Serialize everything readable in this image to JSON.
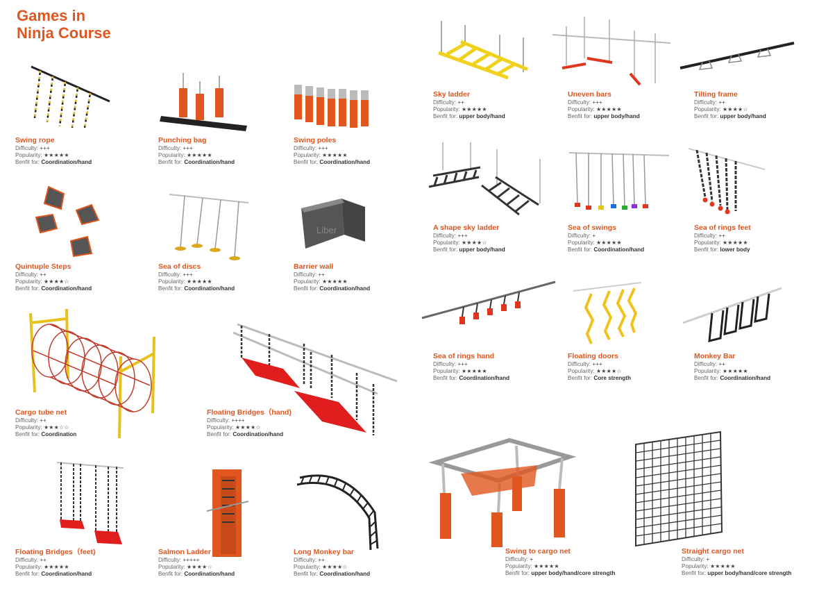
{
  "title_line1": "Games in",
  "title_line2": "Ninja Course",
  "labels": {
    "difficulty": "Difficulty:",
    "popularity": "Popularity:",
    "benefit": "Benfit for:"
  },
  "watermark": "Liber",
  "accent_color": "#e0561e",
  "items": [
    {
      "name": "Swing rope",
      "difficulty": "+++",
      "popularity": "★★★★★",
      "benefit": "Coordination/hand",
      "icon": "swing-rope-icon"
    },
    {
      "name": "Punching bag",
      "difficulty": "+++",
      "popularity": "★★★★★",
      "benefit": "Coordination/hand",
      "icon": "punching-bag-icon"
    },
    {
      "name": "Swing poles",
      "difficulty": "+++",
      "popularity": "★★★★★",
      "benefit": "Coordination/hand",
      "icon": "swing-poles-icon"
    },
    {
      "name": "Quintuple Steps",
      "difficulty": "++",
      "popularity": "★★★★☆",
      "benefit": "Coordination/hand",
      "icon": "quintuple-steps-icon"
    },
    {
      "name": "Sea of discs",
      "difficulty": "+++",
      "popularity": "★★★★★",
      "benefit": "Coordination/hand",
      "icon": "sea-of-discs-icon"
    },
    {
      "name": "Barrier wall",
      "difficulty": "++",
      "popularity": "★★★★★",
      "benefit": "Coordination/hand",
      "icon": "barrier-wall-icon"
    },
    {
      "name": "Cargo tube net",
      "difficulty": "++",
      "popularity": "★★★☆☆",
      "benefit": "Coordination",
      "icon": "cargo-tube-net-icon"
    },
    {
      "name": "Floating Bridges（hand)",
      "difficulty": "++++",
      "popularity": "★★★★☆",
      "benefit": "Coordination/hand",
      "icon": "floating-bridges-hand-icon"
    },
    {
      "name": "Floating Bridges（feet)",
      "difficulty": "++",
      "popularity": "★★★★★",
      "benefit": "Coordination/hand",
      "icon": "floating-bridges-feet-icon"
    },
    {
      "name": "Salmon Ladder",
      "difficulty": "+++++",
      "popularity": "★★★★☆",
      "benefit": "Coordination/hand",
      "icon": "salmon-ladder-icon"
    },
    {
      "name": "Long Monkey bar",
      "difficulty": "++",
      "popularity": "★★★★☆",
      "benefit": "Coordination/hand",
      "icon": "long-monkey-bar-icon"
    },
    {
      "name": "Sky ladder",
      "difficulty": "++",
      "popularity": "★★★★★",
      "benefit": "upper body/hand",
      "icon": "sky-ladder-icon"
    },
    {
      "name": "Uneven bars",
      "difficulty": "+++",
      "popularity": "★★★★★",
      "benefit": "upper body/hand",
      "icon": "uneven-bars-icon"
    },
    {
      "name": "Tilting frame",
      "difficulty": "++",
      "popularity": "★★★★☆",
      "benefit": "upper body/hand",
      "icon": "tilting-frame-icon"
    },
    {
      "name": "A shape sky ladder",
      "difficulty": "+++",
      "popularity": "★★★★☆",
      "benefit": "upper body/hand",
      "icon": "a-shape-sky-ladder-icon"
    },
    {
      "name": "Sea of swings",
      "difficulty": "+",
      "popularity": "★★★★★",
      "benefit": "Coordination/hand",
      "icon": "sea-of-swings-icon"
    },
    {
      "name": "Sea of rings feet",
      "difficulty": "++",
      "popularity": "★★★★★",
      "benefit": "lower body",
      "icon": "sea-of-rings-feet-icon"
    },
    {
      "name": "Sea of rings hand",
      "difficulty": "+++",
      "popularity": "★★★★★",
      "benefit": "Coordination/hand",
      "icon": "sea-of-rings-hand-icon"
    },
    {
      "name": "Floating doors",
      "difficulty": "+++",
      "popularity": "★★★★☆",
      "benefit": "Core strength",
      "icon": "floating-doors-icon"
    },
    {
      "name": "Monkey Bar",
      "difficulty": "++",
      "popularity": "★★★★★",
      "benefit": "Coordination/hand",
      "icon": "monkey-bar-icon"
    },
    {
      "name": "Swing to cargo net",
      "difficulty": "+",
      "popularity": "★★★★★",
      "benefit": "upper body/hand/core strength",
      "icon": "swing-to-cargo-net-icon"
    },
    {
      "name": "Straight cargo net",
      "difficulty": "+",
      "popularity": "★★★★★",
      "benefit": "upper body/hand/core strength",
      "icon": "straight-cargo-net-icon"
    }
  ]
}
